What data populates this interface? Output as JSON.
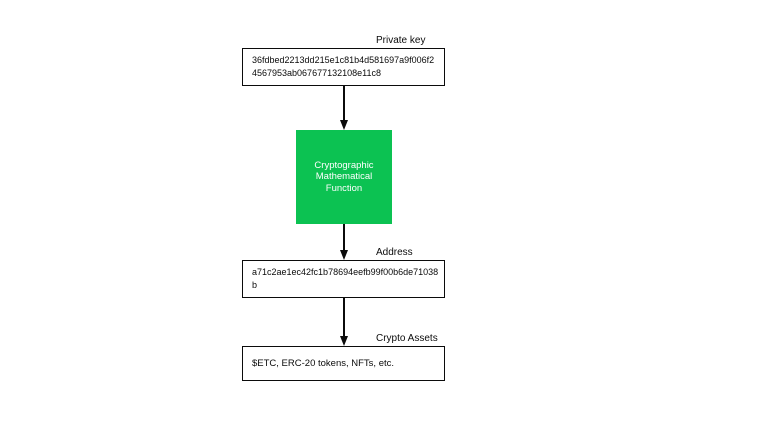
{
  "diagram": {
    "private_key": {
      "label": "Private key",
      "value": "36fdbed2213dd215e1c81b4d581697a9f006f24567953ab067677132108e11c8"
    },
    "function": {
      "label": "Cryptographic Mathematical Function"
    },
    "address": {
      "label": "Address",
      "value": "a71c2ae1ec42fc1b78694eefb99f00b6de71038b"
    },
    "crypto_assets": {
      "label": "Crypto Assets",
      "value": "$ETC, ERC-20 tokens, NFTs, etc."
    },
    "colors": {
      "background": "#FFFFFF",
      "box_border": "#0B0B0B",
      "text": "#0B0B0B",
      "function_bg": "#0CC252",
      "function_text": "#FFFFFF"
    }
  }
}
